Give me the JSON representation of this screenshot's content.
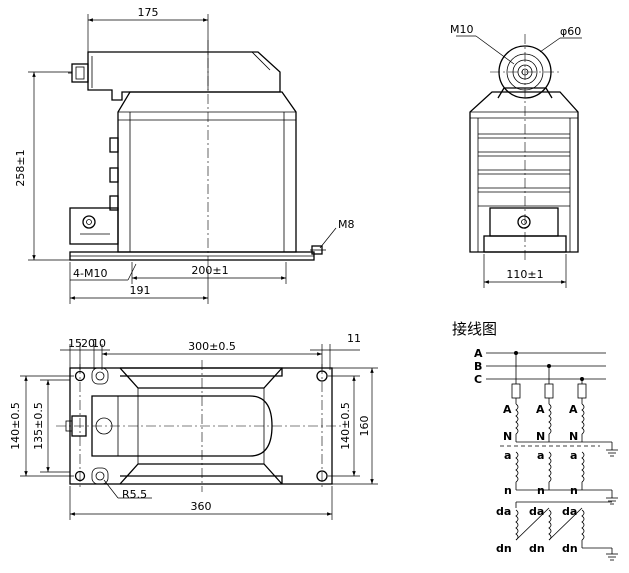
{
  "front_view": {
    "dim_top": "175",
    "dim_height": "258±1",
    "dim_mount": "200±1",
    "dim_overall": "191",
    "label_bolts": "4-M10",
    "label_ground": "M8"
  },
  "side_view": {
    "label_terminal": "M10",
    "label_diameter": "φ60",
    "dim_width": "110±1"
  },
  "plan_view": {
    "dim_15": "15",
    "dim_20": "20",
    "dim_10": "10",
    "dim_300": "300±0.5",
    "dim_11": "11",
    "dim_140_left": "140±0.5",
    "dim_135": "135±0.5",
    "dim_140_right": "140±0.5",
    "dim_160": "160",
    "label_radius": "R5.5",
    "dim_360": "360"
  },
  "wiring": {
    "title": "接线图",
    "phases": [
      "A",
      "B",
      "C"
    ],
    "primary_top": "A",
    "primary_bottom": "N",
    "secondary_top": "a",
    "secondary_bottom": "n",
    "residual_top": "da",
    "residual_bottom": "dn"
  }
}
